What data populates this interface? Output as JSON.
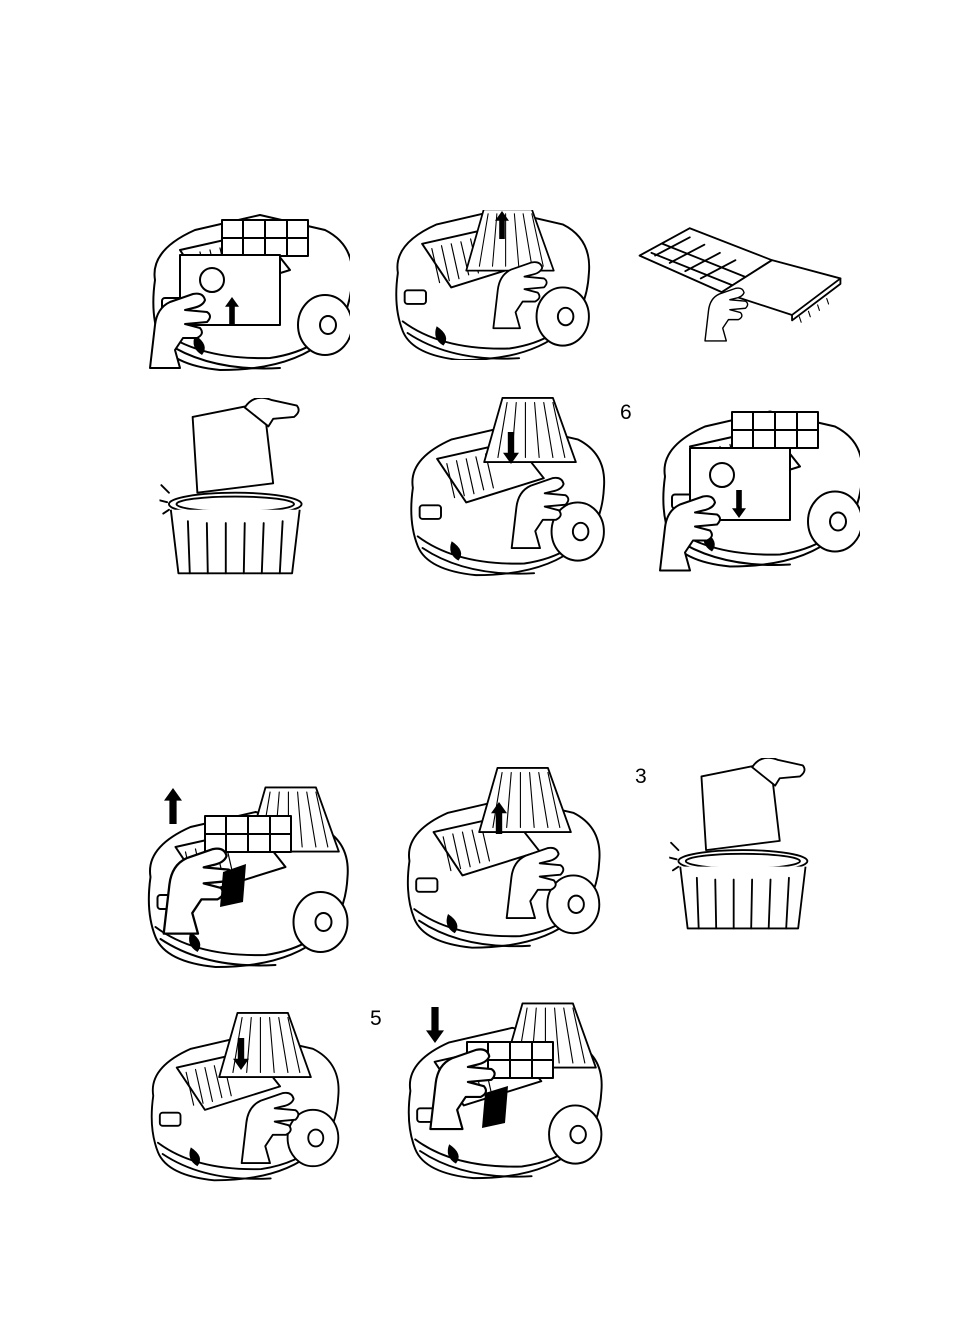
{
  "page": {
    "background": "#ffffff",
    "ink": "#000000"
  },
  "section_a": {
    "step_labels": [
      {
        "id": "a6",
        "text": "6"
      }
    ],
    "illustrations": [
      {
        "id": "a1",
        "icon": "vacuum-lift-bag-holder-icon"
      },
      {
        "id": "a2",
        "icon": "vacuum-remove-filter-cassette-icon"
      },
      {
        "id": "a3",
        "icon": "filter-cassette-open-icon"
      },
      {
        "id": "a4",
        "icon": "dispose-bag-in-bin-icon"
      },
      {
        "id": "a5",
        "icon": "vacuum-insert-filter-icon"
      },
      {
        "id": "a6",
        "icon": "vacuum-press-bag-holder-icon"
      }
    ]
  },
  "section_b": {
    "step_labels": [
      {
        "id": "b3",
        "text": "3"
      },
      {
        "id": "b5",
        "text": "5"
      }
    ],
    "illustrations": [
      {
        "id": "b1",
        "icon": "vacuum-lift-filter-icon"
      },
      {
        "id": "b2",
        "icon": "vacuum-remove-filter-icon"
      },
      {
        "id": "b3",
        "icon": "dispose-filter-in-bin-icon"
      },
      {
        "id": "b4",
        "icon": "vacuum-insert-filter-icon"
      },
      {
        "id": "b5",
        "icon": "vacuum-press-filter-icon"
      }
    ]
  }
}
